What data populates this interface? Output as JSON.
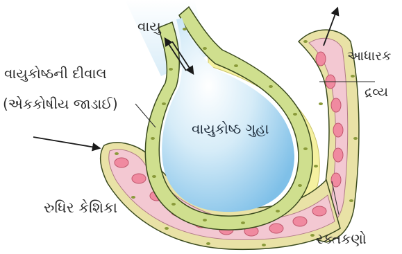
{
  "labels": {
    "air": "વાયુ",
    "alveolar_wall": "વાયુકોષ્ઠની દીવાલ",
    "wall_thickness": "(એકકોષીય જાડાઈ)",
    "alveolar_cavity": "વાયુકોષ્ઠ ગુહા",
    "blood_capillary": "રુધિર કેશિકા",
    "supporting_substance_line1": "આધારક",
    "supporting_substance_line2": "દ્રવ્ય",
    "red_blood_cells": "રક્તકણો"
  },
  "colors": {
    "cavity_gradient": [
      "#ffffff",
      "#d6ecf8",
      "#7fc0e8"
    ],
    "wall_cells": "#cfdf8e",
    "wall_outline": "#3a4a1e",
    "cell_nucleus": "#8a9a3a",
    "support_layer": "#f5f1a0",
    "capillary_wall": "#e9e2a6",
    "capillary_lumen": "#f3c8d2",
    "red_blood_cell": "#f08aa0",
    "arrow": "#1a1a1a",
    "text": "#2a2a2a"
  }
}
